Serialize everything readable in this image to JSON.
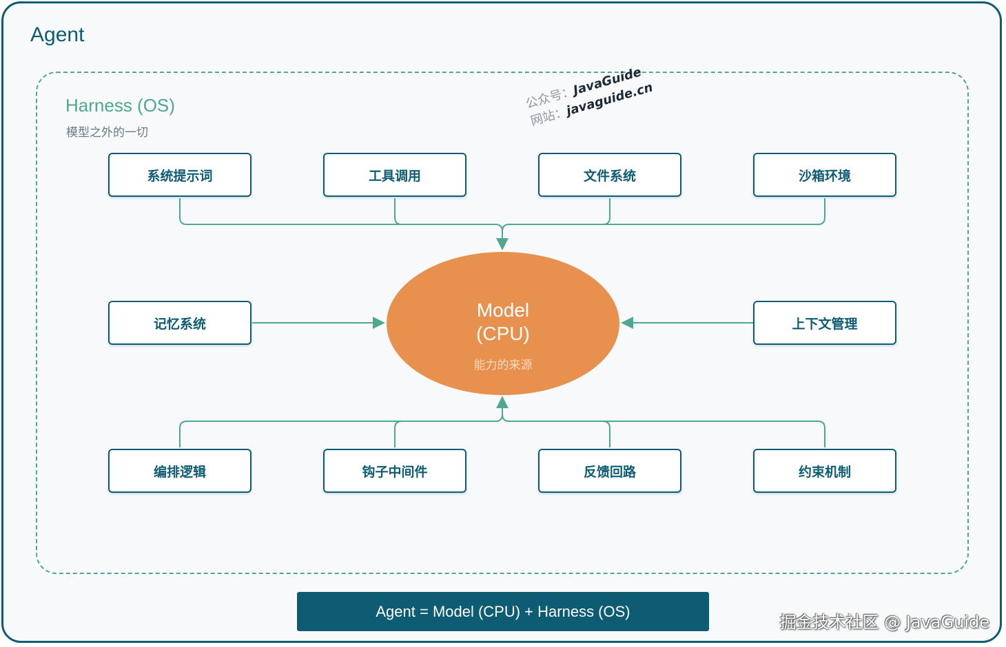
{
  "agent_title": "Agent",
  "harness": {
    "title": "Harness (OS)",
    "subtitle": "模型之外的一切"
  },
  "components": {
    "top": [
      "系统提示词",
      "工具调用",
      "文件系统",
      "沙箱环境"
    ],
    "left": "记忆系统",
    "right": "上下文管理",
    "bottom": [
      "编排逻辑",
      "钩子中间件",
      "反馈回路",
      "约束机制"
    ]
  },
  "model": {
    "line1": "Model",
    "line2": "(CPU)",
    "subtitle": "能力的来源"
  },
  "formula": "Agent = Model (CPU) + Harness (OS)",
  "watermark": {
    "line1_prefix": "公众号：",
    "line1_value": "JavaGuide",
    "line2_prefix": "网站：",
    "line2_value": "javaguide.cn"
  },
  "corner_watermark": "掘金技术社区 @ JavaGuide",
  "colors": {
    "frame": "#0d5c73",
    "harness_border": "#4ea891",
    "model_fill": "#e8914f",
    "connector": "#4ea891"
  }
}
